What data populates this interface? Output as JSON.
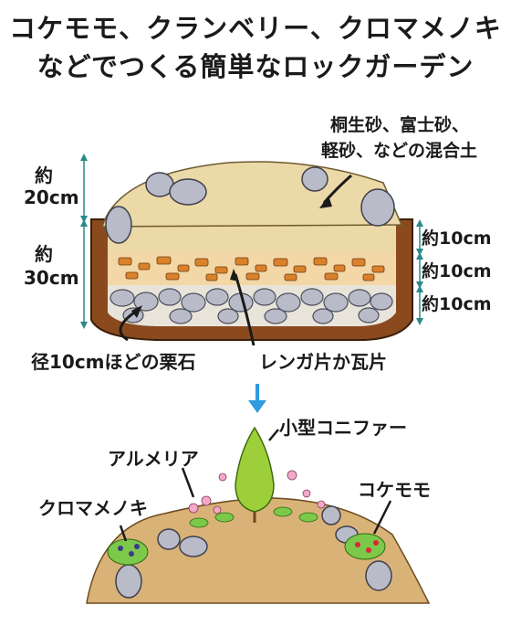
{
  "title": {
    "line1": "コケモモ、クランベリー、クロマメノキ",
    "line2": "などでつくる簡単なロックガーデン"
  },
  "cross_section": {
    "mix_label_line1": "桐生砂、富士砂、",
    "mix_label_line2": "軽砂、などの混合土",
    "mound_height_prefix": "約",
    "mound_height": "20cm",
    "pit_depth_prefix": "約",
    "pit_depth": "30cm",
    "layer_top": "約10cm",
    "layer_middle": "約10cm",
    "layer_bottom": "約10cm",
    "stone_label": "径10cmほどの栗石",
    "brick_label": "レンガ片か瓦片"
  },
  "arrow_symbol": "↓",
  "planting": {
    "conifer_label": "小型コニファー",
    "armeria_label": "アルメリア",
    "kuromamenoki_label": "クロマメノキ",
    "kokemomo_label": "コケモモ"
  },
  "colors": {
    "soil_brown": "#8a4a1e",
    "mix_soil": "#ecd9a8",
    "brick_orange": "#d9822b",
    "stone_gray": "#b9bcc8",
    "conifer_green": "#9ccf3a",
    "arrow_blue": "#2f9be0"
  }
}
